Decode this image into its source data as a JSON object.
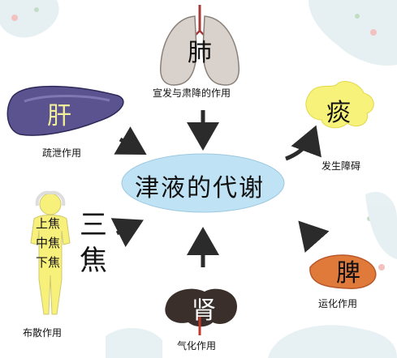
{
  "center": {
    "text": "津液的代谢",
    "fill": "#bfe2f4"
  },
  "lung": {
    "char": "肺",
    "caption": "宣发与肃降的作用"
  },
  "liver": {
    "char": "肝",
    "caption": "疏泄作用"
  },
  "phlegm": {
    "char": "痰",
    "caption": "发生障碍"
  },
  "sanjiao": {
    "char_top": "三",
    "char_bottom": "焦",
    "upper": "上焦",
    "middle": "中焦",
    "lower": "下焦",
    "caption": "布散作用"
  },
  "kidney": {
    "char": "肾",
    "caption": "气化作用"
  },
  "spleen": {
    "char": "脾",
    "caption": "运化作用"
  },
  "colors": {
    "lung": "#d9d2cc",
    "liver": "#5a5390",
    "phlegm": "#f6f27a",
    "spleen": "#e07a3a",
    "kidney": "#3a2f2a",
    "body": "#f7f07a"
  }
}
